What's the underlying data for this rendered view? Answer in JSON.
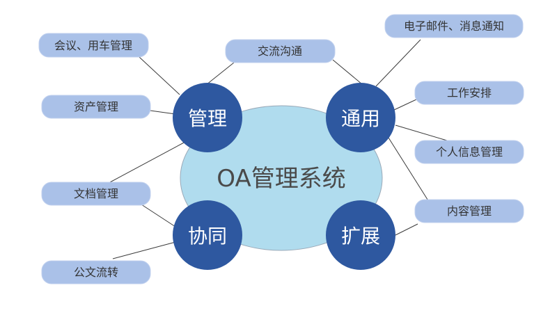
{
  "center": {
    "label": "OA管理系统"
  },
  "hubs": {
    "manage": "管理",
    "general": "通用",
    "collaborate": "协同",
    "extend": "扩展"
  },
  "leaves": {
    "meeting_vehicle": "会议、用车管理",
    "asset": "资产管理",
    "document": "文档管理",
    "official_doc": "公文流转",
    "communication": "交流沟通",
    "email_notice": "电子邮件、消息通知",
    "work_schedule": "工作安排",
    "personal_info": "个人信息管理",
    "content": "内容管理"
  },
  "colors": {
    "hub": "#2e58a0",
    "center": "#b0dcee",
    "leaf": "#aac1e8"
  }
}
